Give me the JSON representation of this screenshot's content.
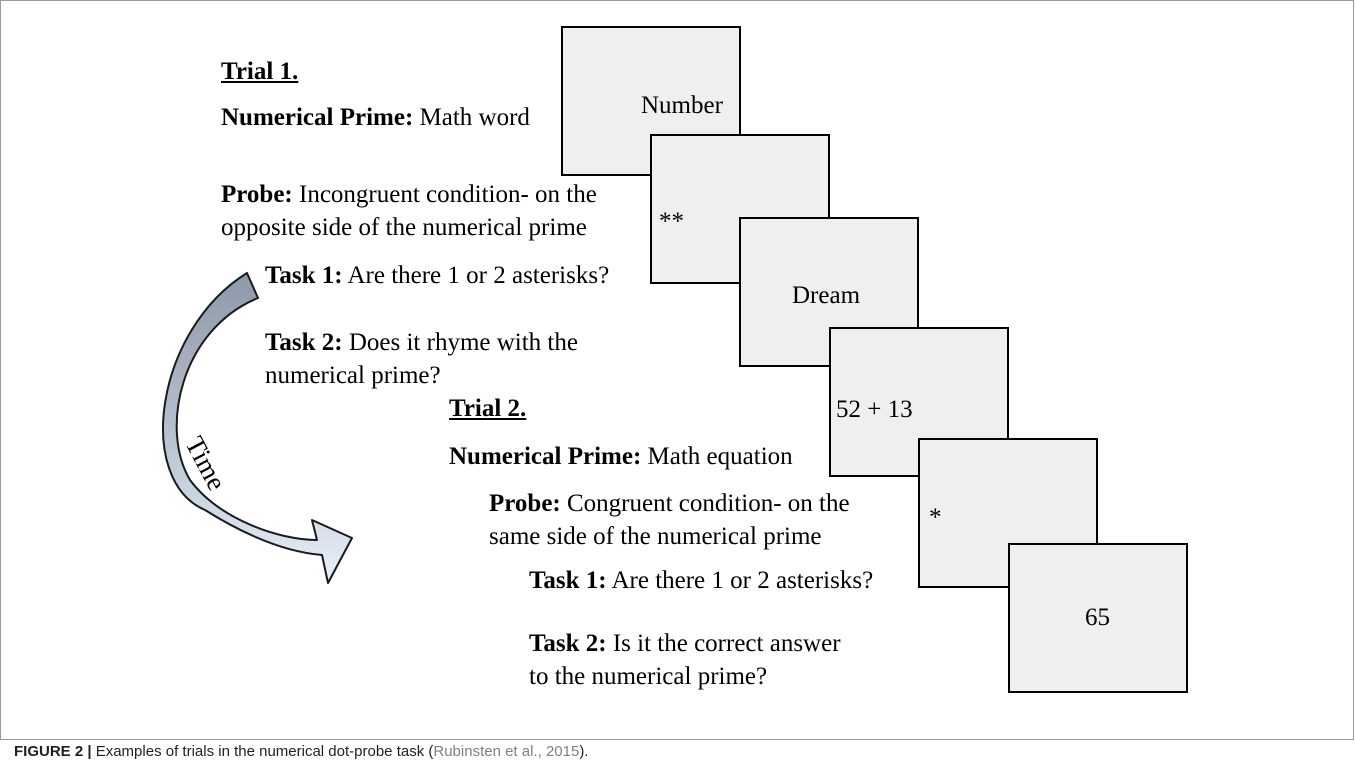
{
  "figure": {
    "trial1": {
      "heading": "Trial 1.",
      "prime_label": "Numerical Prime:",
      "prime_text": " Math word",
      "probe_label": "Probe:",
      "probe_text": " Incongruent condition- on the\nopposite side of the numerical prime",
      "task1_label": "Task 1:",
      "task1_text": " Are there 1 or 2 asterisks?",
      "task2_label": "Task 2:",
      "task2_text": " Does it rhyme with the\nnumerical prime?"
    },
    "trial2": {
      "heading": "Trial 2.",
      "prime_label": "Numerical Prime:",
      "prime_text": " Math equation",
      "probe_label": "Probe:",
      "probe_text": " Congruent condition- on the\nsame side of the numerical prime",
      "task1_label": "Task 1:",
      "task1_text": " Are there 1 or 2 asterisks?",
      "task2_label": "Task 2:",
      "task2_text": " Is it the correct answer\nto the numerical prime?"
    },
    "screens": [
      "Number",
      "**",
      "Dream",
      "52 + 13",
      "*",
      "65"
    ],
    "time_label": "Time",
    "colors": {
      "screen_fill": "#efefef",
      "arrow_top": "#8f98a8",
      "arrow_bottom": "#eaf1fb",
      "caption_cite": "#808080"
    }
  },
  "caption": {
    "label": "FIGURE 2 |",
    "text": " Examples of trials in the numerical dot-probe task (",
    "cite": "Rubinsten et al., 2015",
    "end": ")."
  }
}
